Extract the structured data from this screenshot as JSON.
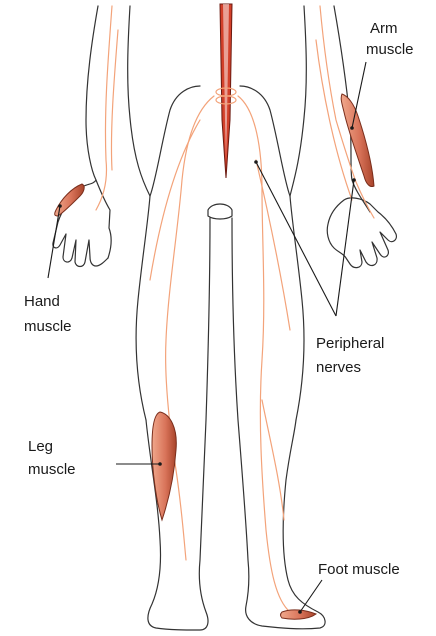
{
  "labels": {
    "arm": [
      "Arm",
      "muscle"
    ],
    "hand": [
      "Hand",
      "muscle"
    ],
    "peripheral": [
      "Peripheral",
      "nerves"
    ],
    "leg": [
      "Leg",
      "muscle"
    ],
    "foot": "Foot muscle"
  },
  "colors": {
    "outline": "#333333",
    "nerve": "#f3a37a",
    "spinal_cord": "#d3402a",
    "muscle_fill": "#d9745a",
    "muscle_shade": "#a8432a"
  }
}
